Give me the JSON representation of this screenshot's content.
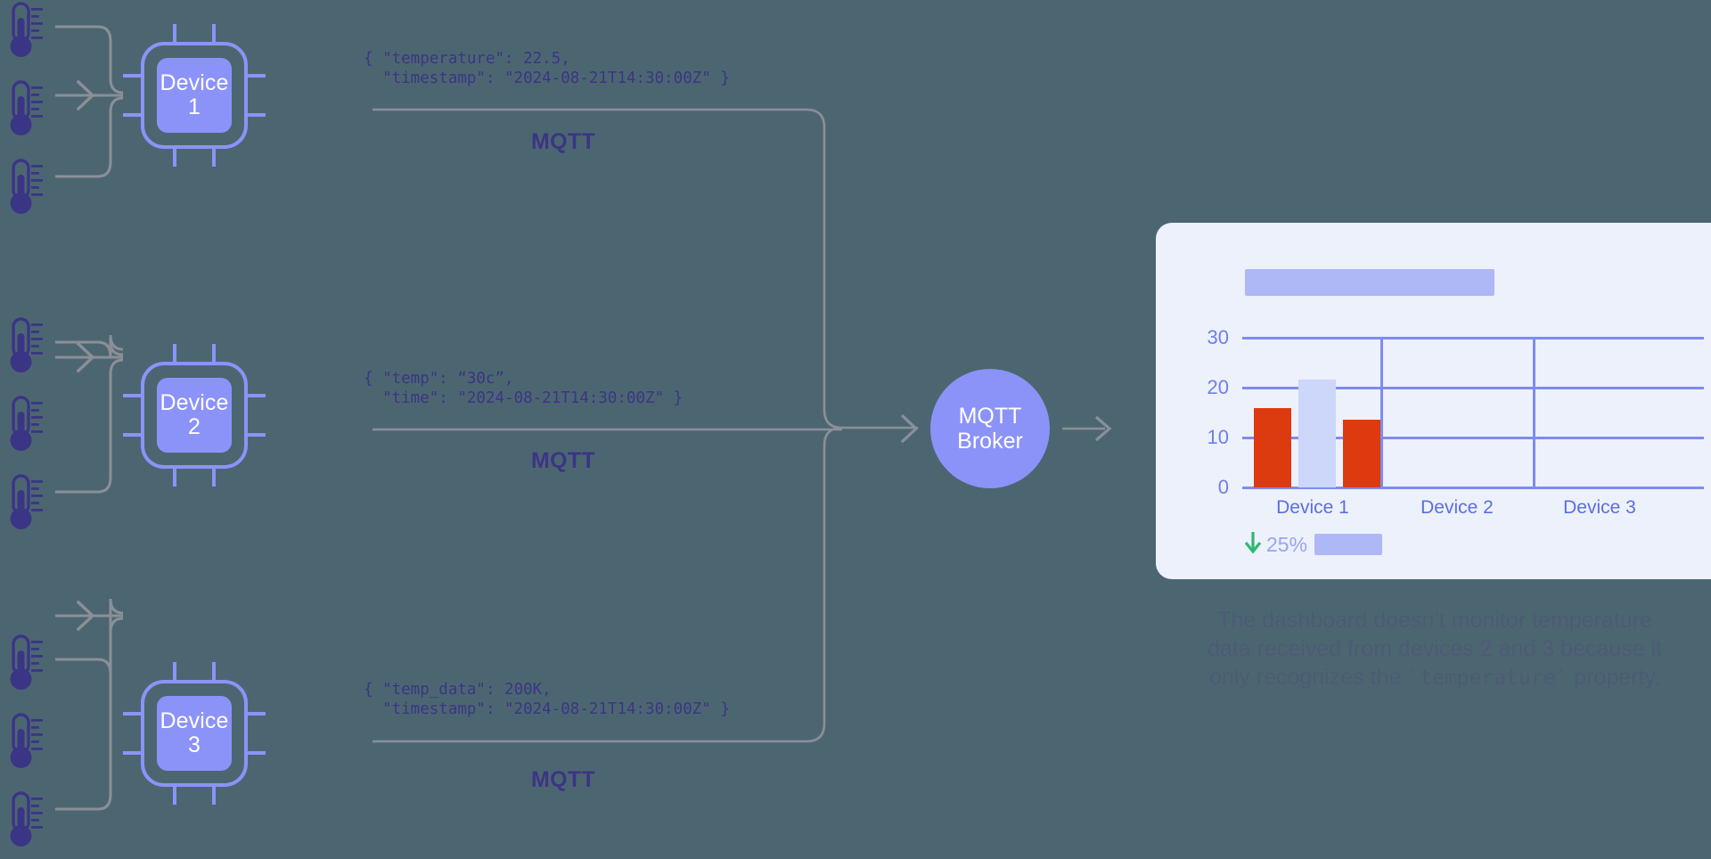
{
  "colors": {
    "background": "#4c6671",
    "accent_periwinkle": "#8b93f8",
    "ink_navy": "#3b3585",
    "panel_bg": "#edf1fc",
    "bar_red": "#dd3a10",
    "bar_light": "#ccd7f9",
    "grid_blue": "#7e8cf0",
    "connector_gray": "#8a8f98",
    "arrow_green": "#2eb872"
  },
  "sensors": {
    "icon": "thermometer-icon",
    "groups": [
      {
        "count": 3,
        "device": "Device 1"
      },
      {
        "count": 3,
        "device": "Device 2"
      },
      {
        "count": 3,
        "device": "Device 3"
      }
    ]
  },
  "devices": [
    {
      "id": "device-1",
      "name_line1": "Device",
      "name_line2": "1",
      "payload_line1": "{ \"temperature\": 22.5,",
      "payload_line2": "  \"timestamp\": \"2024-08-21T14:30:00Z\" }",
      "protocol_label": "MQTT"
    },
    {
      "id": "device-2",
      "name_line1": "Device",
      "name_line2": "2",
      "payload_line1": "{ \"temp\": “30c”,",
      "payload_line2": "  \"time\": \"2024-08-21T14:30:00Z\" }",
      "protocol_label": "MQTT"
    },
    {
      "id": "device-3",
      "name_line1": "Device",
      "name_line2": "3",
      "payload_line1": "{ \"temp_data\": 200K,",
      "payload_line2": "  \"timestamp\": \"2024-08-21T14:30:00Z\" }",
      "protocol_label": "MQTT"
    }
  ],
  "broker": {
    "line1": "MQTT",
    "line2": "Broker"
  },
  "dashboard": {
    "title_placeholder": "",
    "delta": {
      "arrow": "↓",
      "value": "25%"
    }
  },
  "chart_data": {
    "type": "bar",
    "title": "",
    "xlabel": "",
    "ylabel": "",
    "categories": [
      "Device 1",
      "Device 2",
      "Device 3"
    ],
    "ytick_labels": [
      "30",
      "20",
      "10",
      "0"
    ],
    "ylim": [
      0,
      32
    ],
    "grid": true,
    "legend": "none",
    "series": [
      {
        "name": "bar-a",
        "color": "#dd3a10",
        "values": [
          16,
          null,
          null
        ]
      },
      {
        "name": "bar-b",
        "color": "#ccd7f9",
        "values": [
          21,
          null,
          null
        ]
      },
      {
        "name": "bar-c",
        "color": "#dd3a10",
        "values": [
          13.5,
          null,
          null
        ]
      }
    ]
  },
  "caption": {
    "line1": "The dashboard doesn’t monitor temperature",
    "line2": "data received from devices 2 and 3 because it",
    "line3_a": "only recognizes the ",
    "line3_code": "`temperature`",
    "line3_b": " property."
  }
}
